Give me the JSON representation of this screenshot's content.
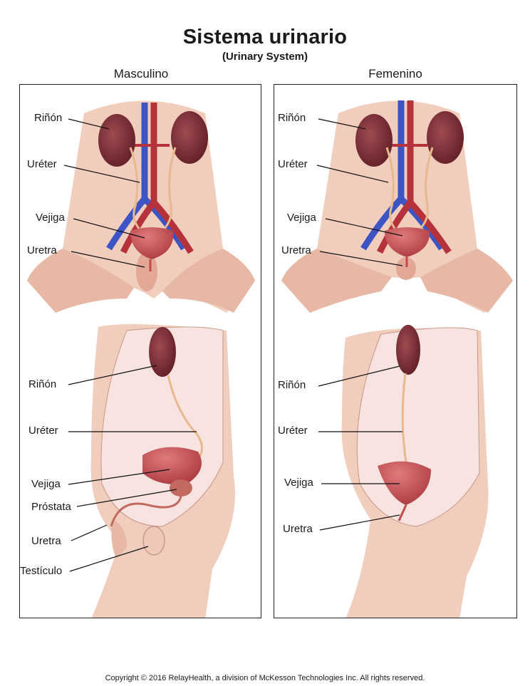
{
  "header": {
    "title": "Sistema urinario",
    "subtitle": "(Urinary System)"
  },
  "male": {
    "heading": "Masculino",
    "front_labels": {
      "kidney": "Riñón",
      "ureter": "Uréter",
      "bladder": "Vejiga",
      "urethra": "Uretra"
    },
    "side_labels": {
      "kidney": "Riñón",
      "ureter": "Uréter",
      "bladder": "Vejiga",
      "prostate": "Próstata",
      "urethra": "Uretra",
      "testicle": "Testículo"
    }
  },
  "female": {
    "heading": "Femenino",
    "front_labels": {
      "kidney": "Riñón",
      "ureter": "Uréter",
      "bladder": "Vejiga",
      "urethra": "Uretra"
    },
    "side_labels": {
      "kidney": "Riñón",
      "ureter": "Uréter",
      "bladder": "Vejiga",
      "urethra": "Uretra"
    }
  },
  "colors": {
    "skin": "#f1cdbd",
    "skin_shadow": "#d8a595",
    "kidney": "#7a2c33",
    "artery": "#b5323a",
    "vein": "#3d55c4",
    "bladder": "#c24a4f",
    "ureter": "#e8b98e",
    "section_fill": "#f7e3e0"
  },
  "footer": {
    "copyright": "Copyright © 2016 RelayHealth, a division of McKesson Technologies Inc. All rights reserved."
  }
}
